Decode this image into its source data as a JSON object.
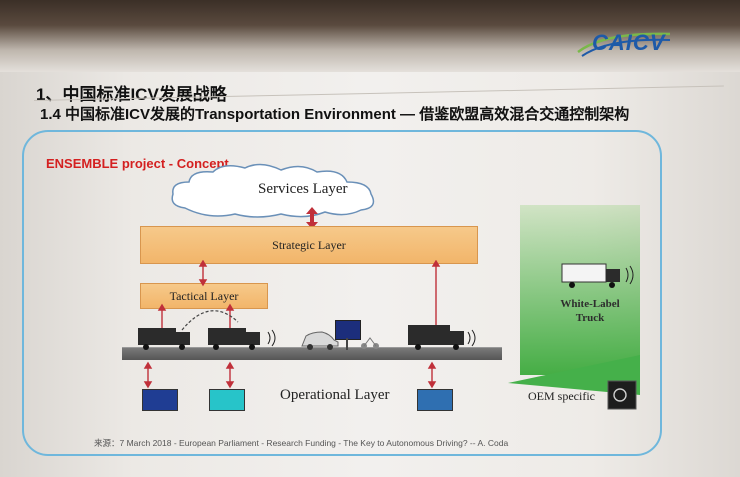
{
  "header": {
    "logo_text": "CAICV",
    "title_main": "1、中国标准ICV发展战略",
    "title_sub": "1.4 中国标准ICV发展的Transportation Environment — 借鉴欧盟高效混合交通控制架构"
  },
  "diagram": {
    "concept_label": "ENSEMBLE project - Concept",
    "services_layer": "Services Layer",
    "strategic_layer": "Strategic Layer",
    "tactical_layer": "Tactical Layer",
    "operational_layer": "Operational Layer",
    "white_label": "White-Label Truck",
    "oem_specific": "OEM specific"
  },
  "source": "来源：7 March 2018 - European Parliament - Research Funding - The Key to Autonomous Driving? -- A. Coda",
  "colors": {
    "frame": "#6fb7dc",
    "layer_fill": "#f2b56a",
    "arrow": "#c0303a",
    "green": "#45b04a",
    "box_navy": "#1f3d93",
    "box_cyan": "#27c4c9",
    "box_steel": "#2f6fb1"
  }
}
